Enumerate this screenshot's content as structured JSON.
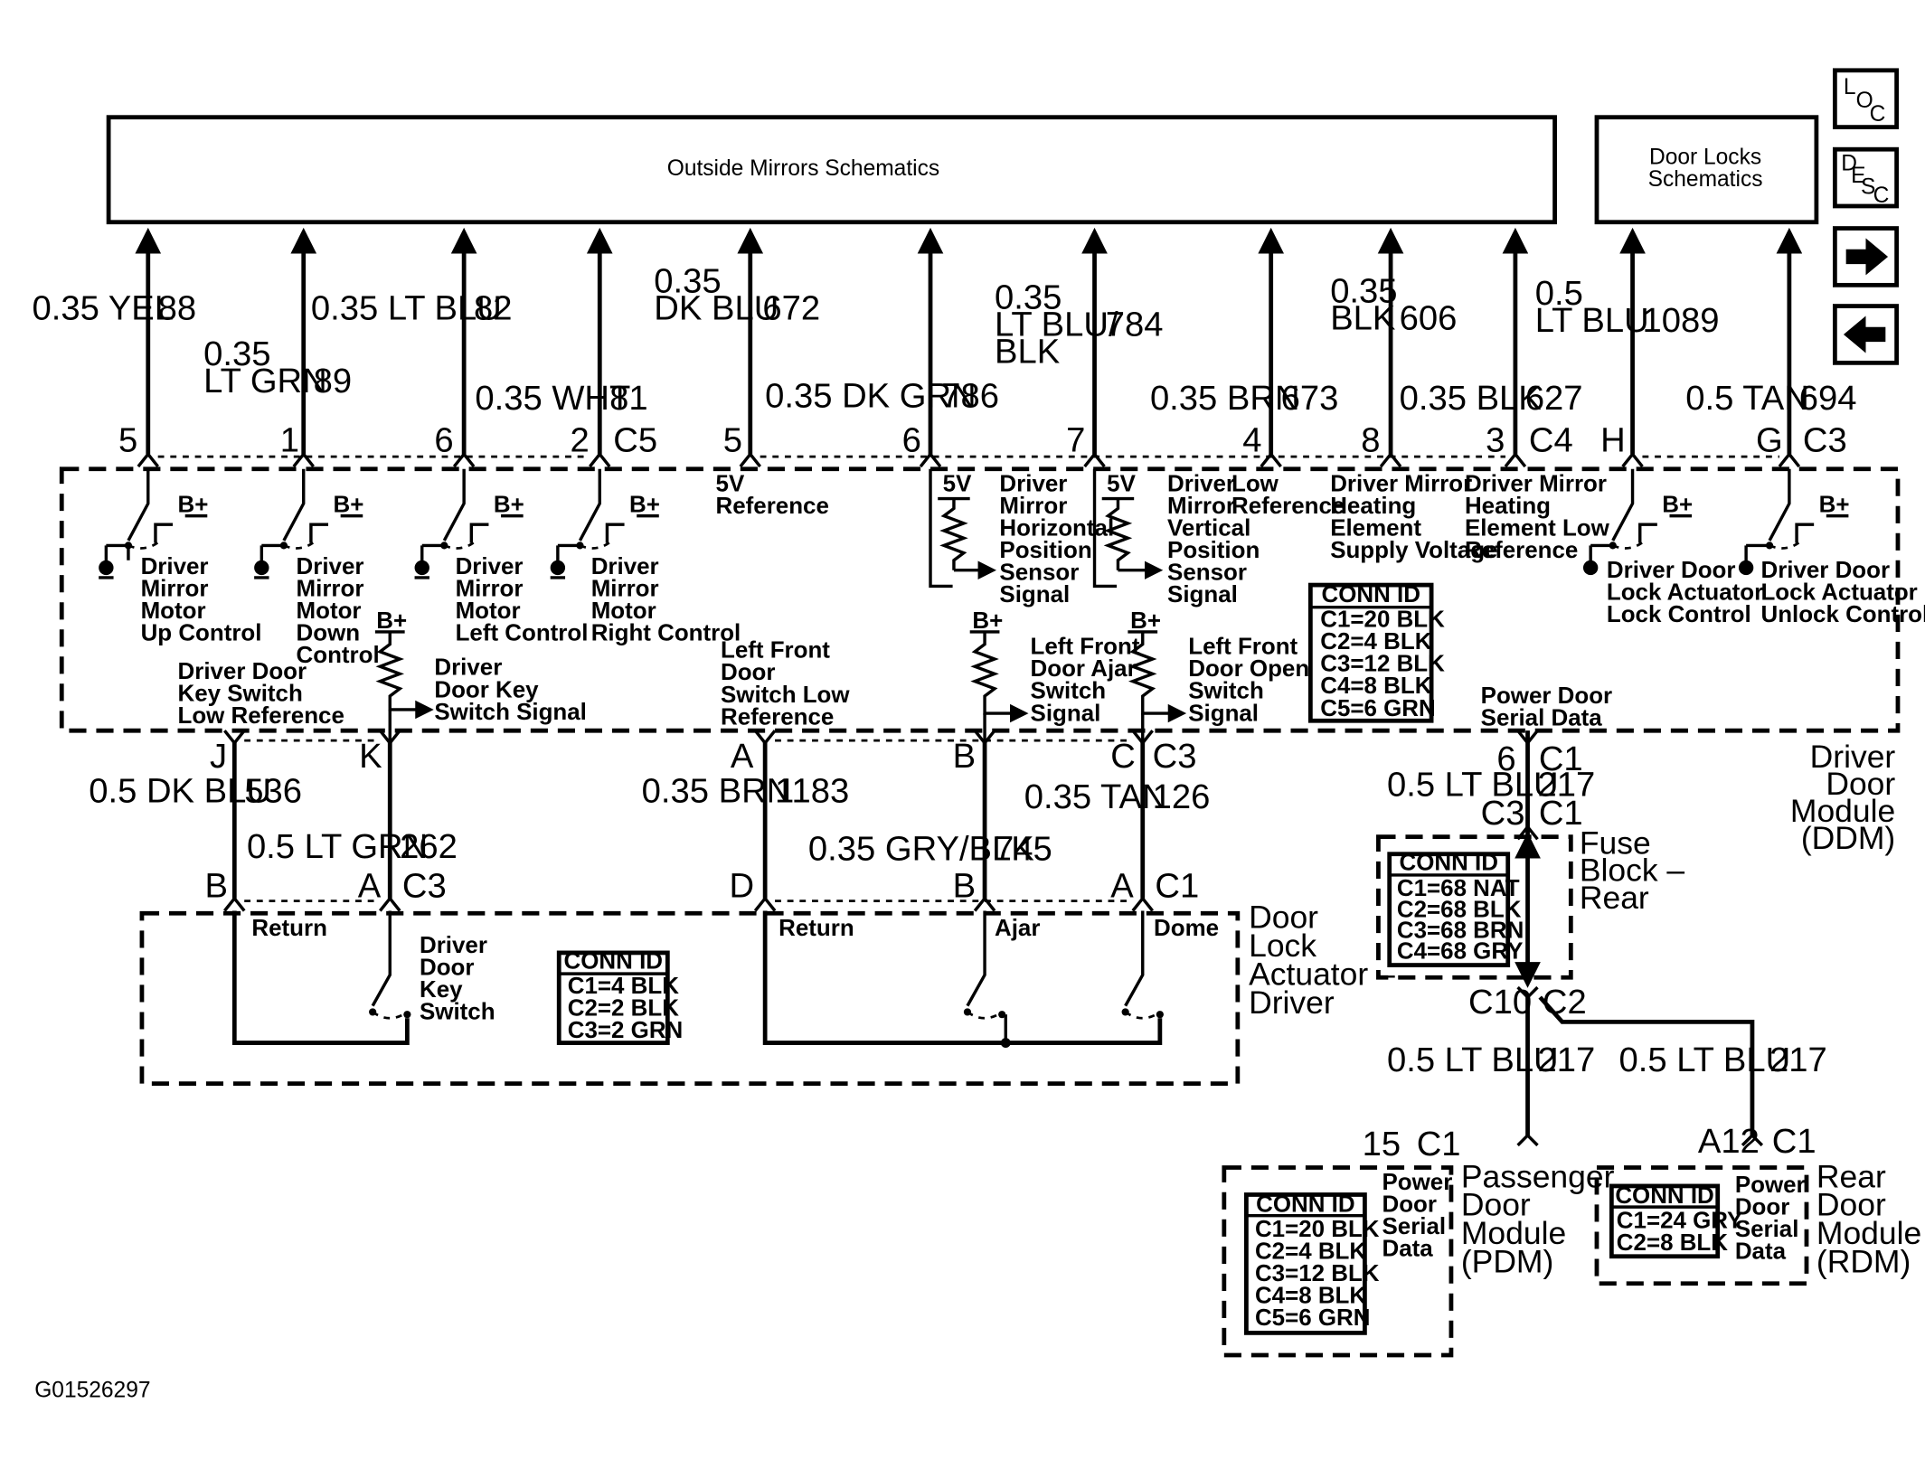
{
  "top_boxes": {
    "outside_mirrors": "Outside Mirrors Schematics",
    "door_locks_line1": "Door Locks",
    "door_locks_line2": "Schematics"
  },
  "nav_buttons": {
    "loc": [
      "L",
      "O",
      "C"
    ],
    "desc": [
      "D",
      "E",
      "S",
      "C"
    ]
  },
  "top_wires": [
    {
      "size": "0.35 YEL",
      "circuit": "88",
      "pin": "5"
    },
    {
      "size1": "0.35",
      "size2": "LT GRN",
      "circuit": "89",
      "pin": "1"
    },
    {
      "size": "0.35 LT BLU",
      "circuit": "82",
      "pin": "6"
    },
    {
      "size": "0.35 WHT",
      "circuit": "81",
      "pin": "2",
      "conn": "C5"
    },
    {
      "size1": "0.35",
      "size2": "DK BLU",
      "circuit": "672",
      "pin": "5"
    },
    {
      "size": "0.35 DK GRN",
      "circuit": "786",
      "pin": "6"
    },
    {
      "size1": "0.35",
      "size2": "LT BLU/",
      "size3": "BLK",
      "circuit": "784",
      "pin": "7"
    },
    {
      "size": "0.35 BRN",
      "circuit": "673",
      "pin": "4"
    },
    {
      "size1": "0.35",
      "size2": "BLK",
      "circuit": "606",
      "pin": "8"
    },
    {
      "size": "0.35 BLK",
      "circuit": "627",
      "pin": "3",
      "conn": "C4"
    },
    {
      "size1": "0.5",
      "size2": "LT BLU",
      "circuit": "1089",
      "pin": "H"
    },
    {
      "size": "0.5 TAN",
      "circuit": "694",
      "pin": "G",
      "conn": "C3"
    }
  ],
  "ddm_labels": {
    "up_control": [
      "Driver",
      "Mirror",
      "Motor",
      "Up Control"
    ],
    "down_control": [
      "Driver",
      "Mirror",
      "Motor",
      "Down",
      "Control"
    ],
    "left_control": [
      "Driver",
      "Mirror",
      "Motor",
      "Left Control"
    ],
    "right_control": [
      "Driver",
      "Mirror",
      "Motor",
      "Right Control"
    ],
    "five_v_ref": [
      "5V",
      "Reference"
    ],
    "horiz_sensor": [
      "Driver",
      "Mirror",
      "Horizontal",
      "Position",
      "Sensor",
      "Signal"
    ],
    "vert_sensor": [
      "Driver",
      "Mirror",
      "Vertical",
      "Position",
      "Sensor",
      "Signal"
    ],
    "low_ref": [
      "Low",
      "Reference"
    ],
    "heat_supply": [
      "Driver Mirror",
      "Heating",
      "Element",
      "Supply Voltage"
    ],
    "heat_low": [
      "Driver Mirror",
      "Heating",
      "Element Low",
      "Reference"
    ],
    "lock_control": [
      "Driver Door",
      "Lock Actuator",
      "Lock Control"
    ],
    "unlock_control": [
      "Driver Door",
      "Lock Actuator",
      "Unlock Control"
    ],
    "key_low_ref": [
      "Driver Door",
      "Key Switch",
      "Low Reference"
    ],
    "key_signal": [
      "Driver",
      "Door Key",
      "Switch Signal"
    ],
    "lf_switch_low": [
      "Left Front",
      "Door",
      "Switch Low",
      "Reference"
    ],
    "lf_ajar": [
      "Left Front",
      "Door Ajar",
      "Switch",
      "Signal"
    ],
    "lf_open": [
      "Left Front",
      "Door Open",
      "Switch",
      "Signal"
    ],
    "serial_data": [
      "Power Door",
      "Serial Data"
    ],
    "v5": "5V",
    "bplus": "B+"
  },
  "ddm_conn": {
    "title": "CONN ID",
    "rows": [
      "C1=20 BLK",
      "C2=4 BLK",
      "C3=12 BLK",
      "C4=8 BLK",
      "C5=6 GRN"
    ]
  },
  "ddm_name": [
    "Driver",
    "Door",
    "Module",
    "(DDM)"
  ],
  "mid_wires": {
    "j_pin": "J",
    "k_pin": "K",
    "a_pin": "A",
    "b_pin": "B",
    "c_pin": "C",
    "c3": "C3",
    "w536_size": "0.5 DK BLU",
    "w536": "536",
    "w262_size": "0.5 LT GRN",
    "w262": "262",
    "w1183_size": "0.35 BRN",
    "w1183": "1183",
    "w745_size": "0.35 GRY/BLK",
    "w745": "745",
    "w126_size": "0.35 TAN",
    "w126": "126",
    "six": "6",
    "c1": "C1",
    "w217_size": "0.5 LT BLU",
    "w217": "217"
  },
  "actuator": {
    "pins_b": "B",
    "pins_a": "A",
    "c3": "C3",
    "pins_d": "D",
    "pins_b2": "B",
    "pins_a2": "A",
    "c1": "C1",
    "return1": "Return",
    "return2": "Return",
    "ajar": "Ajar",
    "dome": "Dome",
    "key_switch": [
      "Driver",
      "Door",
      "Key",
      "Switch"
    ],
    "conn_title": "CONN ID",
    "conn_rows": [
      "C1=4 BLK",
      "C2=2 BLK",
      "C3=2 GRN"
    ],
    "name": [
      "Door",
      "Lock",
      "Actuator –",
      "Driver"
    ]
  },
  "fuse_block": {
    "c3": "C3",
    "c1": "C1",
    "conn_title": "CONN ID",
    "conn_rows": [
      "C1=68 NAT",
      "C2=68 BLK",
      "C3=68 BRN",
      "C4=68 GRY"
    ],
    "name": [
      "Fuse",
      "Block –",
      "Rear"
    ],
    "c10": "C10",
    "c2": "C2"
  },
  "pdm": {
    "wire_size": "0.5 LT BLU",
    "wire": "217",
    "pin": "15",
    "conn": "C1",
    "serial": [
      "Power",
      "Door",
      "Serial",
      "Data"
    ],
    "conn_title": "CONN ID",
    "conn_rows": [
      "C1=20 BLK",
      "C2=4 BLK",
      "C3=12 BLK",
      "C4=8 BLK",
      "C5=6 GRN"
    ],
    "name": [
      "Passenger",
      "Door",
      "Module",
      "(PDM)"
    ]
  },
  "rdm": {
    "wire_size": "0.5 LT BLU",
    "wire": "217",
    "pin": "A12",
    "conn": "C1",
    "serial": [
      "Power",
      "Door",
      "Serial",
      "Data"
    ],
    "conn_title": "CONN ID",
    "conn_rows": [
      "C1=24 GRY",
      "C2=8 BLK"
    ],
    "name": [
      "Rear",
      "Door",
      "Module",
      "(RDM)"
    ]
  },
  "figure_id": "G01526297"
}
